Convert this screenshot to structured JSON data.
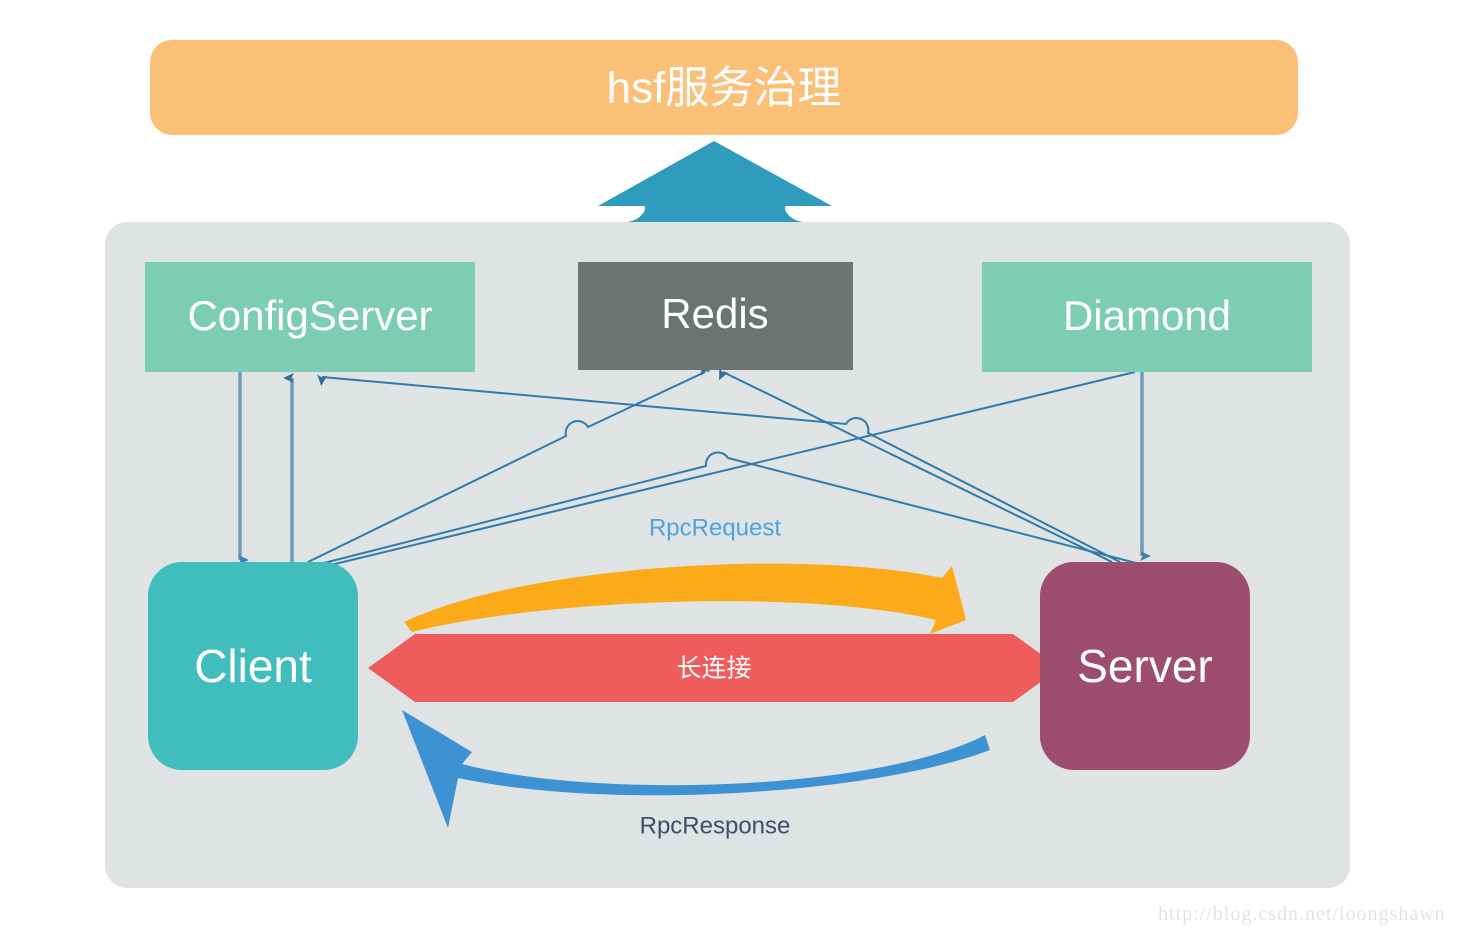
{
  "diagram": {
    "title_banner": {
      "label": "hsf服务治理",
      "fill": "#fbc078",
      "text_color": "#ffffff"
    },
    "up_arrow": {
      "name": "big-up-arrow",
      "fill": "#2f9bbd"
    },
    "panel": {
      "fill": "#dfe3e3"
    },
    "infra_nodes": [
      {
        "id": "configserver",
        "label": "ConfigServer",
        "fill": "#7dcdb4",
        "text_color": "#ffffff"
      },
      {
        "id": "redis",
        "label": "Redis",
        "fill": "#6d7372",
        "text_color": "#ffffff"
      },
      {
        "id": "diamond",
        "label": "Diamond",
        "fill": "#7dcdb4",
        "text_color": "#ffffff"
      }
    ],
    "endpoints": [
      {
        "id": "client",
        "label": "Client",
        "fill": "#41bdbd",
        "text_color": "#ffffff"
      },
      {
        "id": "server",
        "label": "Server",
        "fill": "#9d4e6c",
        "text_color": "#ffffff"
      }
    ],
    "flows": [
      {
        "id": "rpc-request",
        "label": "RpcRequest",
        "color": "#4ba3e3",
        "arrow_color": "#fbaa19",
        "direction": "client-to-server"
      },
      {
        "id": "long-connection",
        "label": "长连接",
        "color": "#ffffff",
        "band_color": "#ef5c5c",
        "direction": "bidirectional"
      },
      {
        "id": "rpc-response",
        "label": "RpcResponse",
        "color": "#3d4f66",
        "arrow_color": "#3d92d4",
        "direction": "server-to-client"
      }
    ],
    "connector_color": "#2e7aad",
    "watermark": "http://blog.csdn.net/loongshawn"
  }
}
